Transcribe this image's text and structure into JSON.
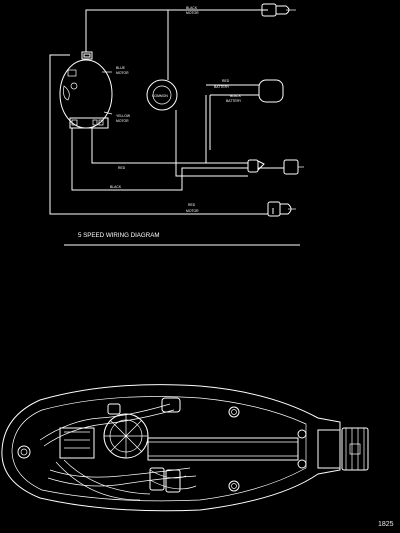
{
  "diagram": {
    "title": "5 SPEED WIRING DIAGRAM",
    "labels": {
      "black_motor_top": [
        "BLACK",
        "MOTOR"
      ],
      "blue_motor": [
        "BLUE",
        "MOTOR"
      ],
      "yellow_motor": [
        "YELLOW",
        "MOTOR"
      ],
      "common": "COMMON",
      "red_battery": [
        "RED",
        "BATTERY"
      ],
      "black_battery": [
        "BLACK",
        "BATTERY"
      ],
      "red_mid": "RED",
      "black_mid": "BLACK",
      "red_motor_bottom": [
        "RED",
        "MOTOR"
      ]
    },
    "part_number": "1825"
  },
  "colors": {
    "background": "#000000",
    "line": "#ffffff"
  }
}
